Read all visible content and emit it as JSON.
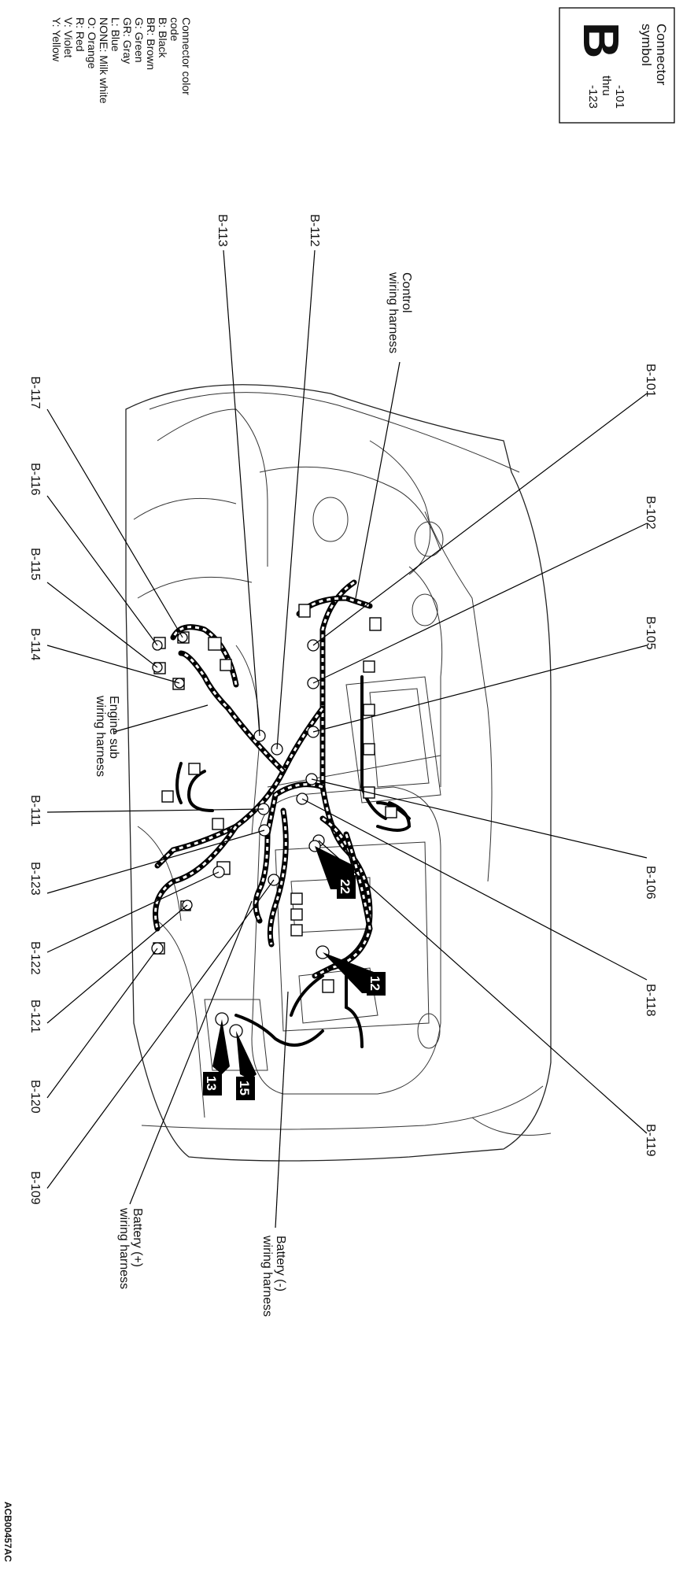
{
  "header_box": {
    "title_line1": "Connector",
    "title_line2": "symbol",
    "letter": "B",
    "range_line1": "-101",
    "range_line2": "thru",
    "range_line3": "-123"
  },
  "legend": {
    "title_line1": "Connector color",
    "title_line2": "code",
    "items": [
      "B: Black",
      "BR: Brown",
      "G: Green",
      "GR: Gray",
      "L: Blue",
      "NONE: Milk white",
      "O: Orange",
      "R: Red",
      "V: Violet",
      "Y: Yellow"
    ]
  },
  "connectors": {
    "b101": "B-101",
    "b102": "B-102",
    "b105": "B-105",
    "b106": "B-106",
    "b118": "B-118",
    "b119": "B-119",
    "b112": "B-112",
    "b113": "B-113",
    "b117": "B-117",
    "b116": "B-116",
    "b115": "B-115",
    "b114": "B-114",
    "b111": "B-111",
    "b123": "B-123",
    "b122": "B-122",
    "b121": "B-121",
    "b120": "B-120",
    "b109": "B-109"
  },
  "harness_labels": {
    "control_line1": "Control",
    "control_line2": "wiring harness",
    "engine_sub_line1": "Engine sub",
    "engine_sub_line2": "wiring harness",
    "battery_pos_line1": "Battery (+)",
    "battery_pos_line2": "wiring harness",
    "battery_neg_line1": "Battery (-)",
    "battery_neg_line2": "wiring harness"
  },
  "ground_points": {
    "g22": "22",
    "g12": "12",
    "g13": "13",
    "g15": "15"
  },
  "figure_code": "ACB00457AC"
}
